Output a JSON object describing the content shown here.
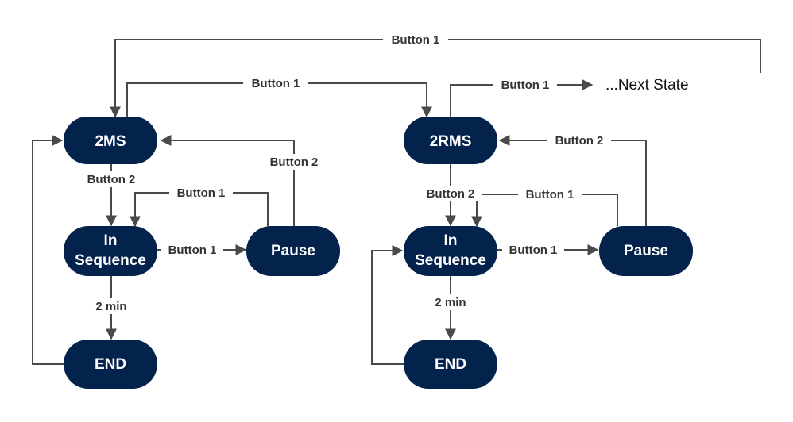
{
  "colors": {
    "node_fill": "#03224c",
    "node_text": "#ffffff",
    "edge": "#4a4a4a",
    "label_text": "#333333"
  },
  "nodes": {
    "left_2ms": "2MS",
    "left_in": "In",
    "left_sequence": "Sequence",
    "left_pause": "Pause",
    "left_end": "END",
    "right_2rms": "2RMS",
    "right_in": "In",
    "right_sequence": "Sequence",
    "right_pause": "Pause",
    "right_end": "END"
  },
  "edges": {
    "top_loop": "Button 1",
    "ms_to_rms": "Button 1",
    "rms_to_next": "Button 1",
    "left_button2_down": "Button 2",
    "left_pause_to_2ms": "Button 2",
    "left_pause_to_seq": "Button 1",
    "left_seq_to_pause": "Button 1",
    "left_timer": "2 min",
    "right_button2_down": "Button 2",
    "right_pause_to_2rms": "Button 2",
    "right_pause_to_seq": "Button 1",
    "right_seq_to_pause": "Button 1",
    "right_timer": "2 min"
  },
  "next_state": "...Next State"
}
